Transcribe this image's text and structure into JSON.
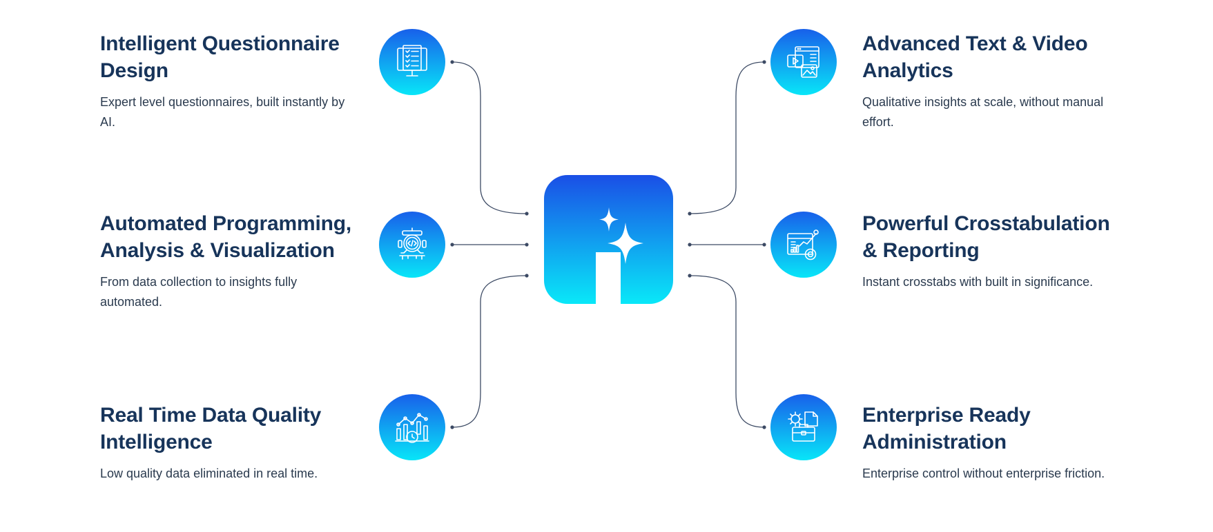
{
  "center": {
    "icon": "sparkle-i-logo-icon",
    "gradient": [
      "#1a4fe6",
      "#09e8f8"
    ]
  },
  "colors": {
    "title": "#17345a",
    "text": "#2a3a4e",
    "connector": "#3c4a64",
    "icon_gradient": [
      "#1860ea",
      "#08e6f8"
    ]
  },
  "features_left": [
    {
      "title": "Intelligent Questionnaire Design",
      "description": "Expert level questionnaires, built instantly by AI.",
      "icon": "questionnaire-monitor-icon"
    },
    {
      "title": "Automated Programming, Analysis & Visualization",
      "description": "From data collection to insights fully automated.",
      "icon": "code-robot-icon"
    },
    {
      "title": "Real Time Data Quality Intelligence",
      "description": "Low quality data eliminated in real time.",
      "icon": "realtime-chart-icon"
    }
  ],
  "features_right": [
    {
      "title": "Advanced Text & Video Analytics",
      "description": "Qualitative insights at scale, without manual effort.",
      "icon": "text-video-media-icon"
    },
    {
      "title": "Powerful Crosstabulation & Reporting",
      "description": "Instant crosstabs with built in significance.",
      "icon": "crosstab-report-icon"
    },
    {
      "title": "Enterprise Ready Administration",
      "description": "Enterprise control without enterprise friction.",
      "icon": "enterprise-briefcase-gear-icon"
    }
  ]
}
